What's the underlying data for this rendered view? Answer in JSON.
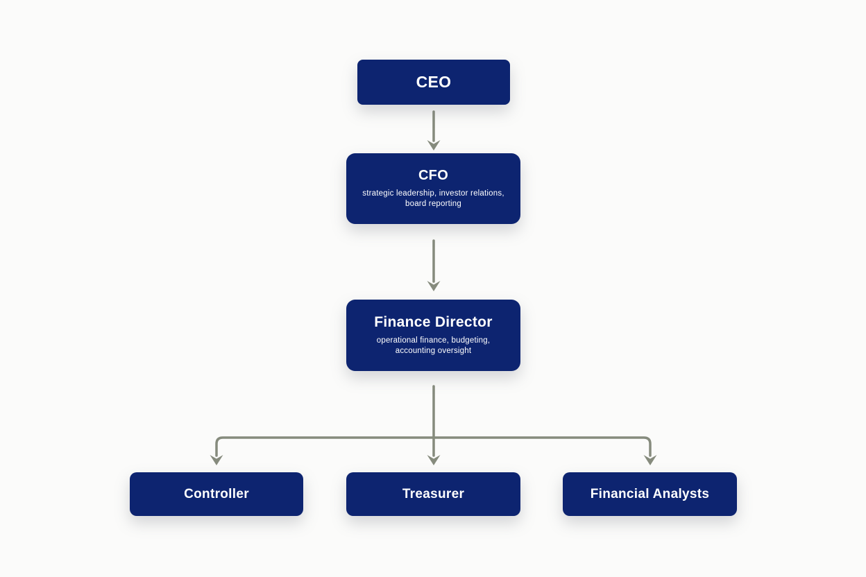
{
  "colors": {
    "box_fill": "#0d2470",
    "box_text": "#ffffff",
    "arrow": "#868b7d",
    "background": "#fbfbfa"
  },
  "chart": {
    "type": "org-chart",
    "nodes": {
      "ceo": {
        "title": "CEO"
      },
      "cfo": {
        "title": "CFO",
        "subtitle_line1": "strategic leadership, investor relations,",
        "subtitle_line2": "board reporting"
      },
      "finance_director": {
        "title": "Finance Director",
        "subtitle_line1": "operational finance, budgeting,",
        "subtitle_line2": "accounting oversight"
      },
      "controller": {
        "title": "Controller"
      },
      "treasurer": {
        "title": "Treasurer"
      },
      "financial_analysts": {
        "title": "Financial Analysts"
      }
    },
    "edges": [
      {
        "from": "ceo",
        "to": "cfo"
      },
      {
        "from": "cfo",
        "to": "finance_director"
      },
      {
        "from": "finance_director",
        "to": "controller"
      },
      {
        "from": "finance_director",
        "to": "treasurer"
      },
      {
        "from": "finance_director",
        "to": "financial_analysts"
      }
    ]
  }
}
